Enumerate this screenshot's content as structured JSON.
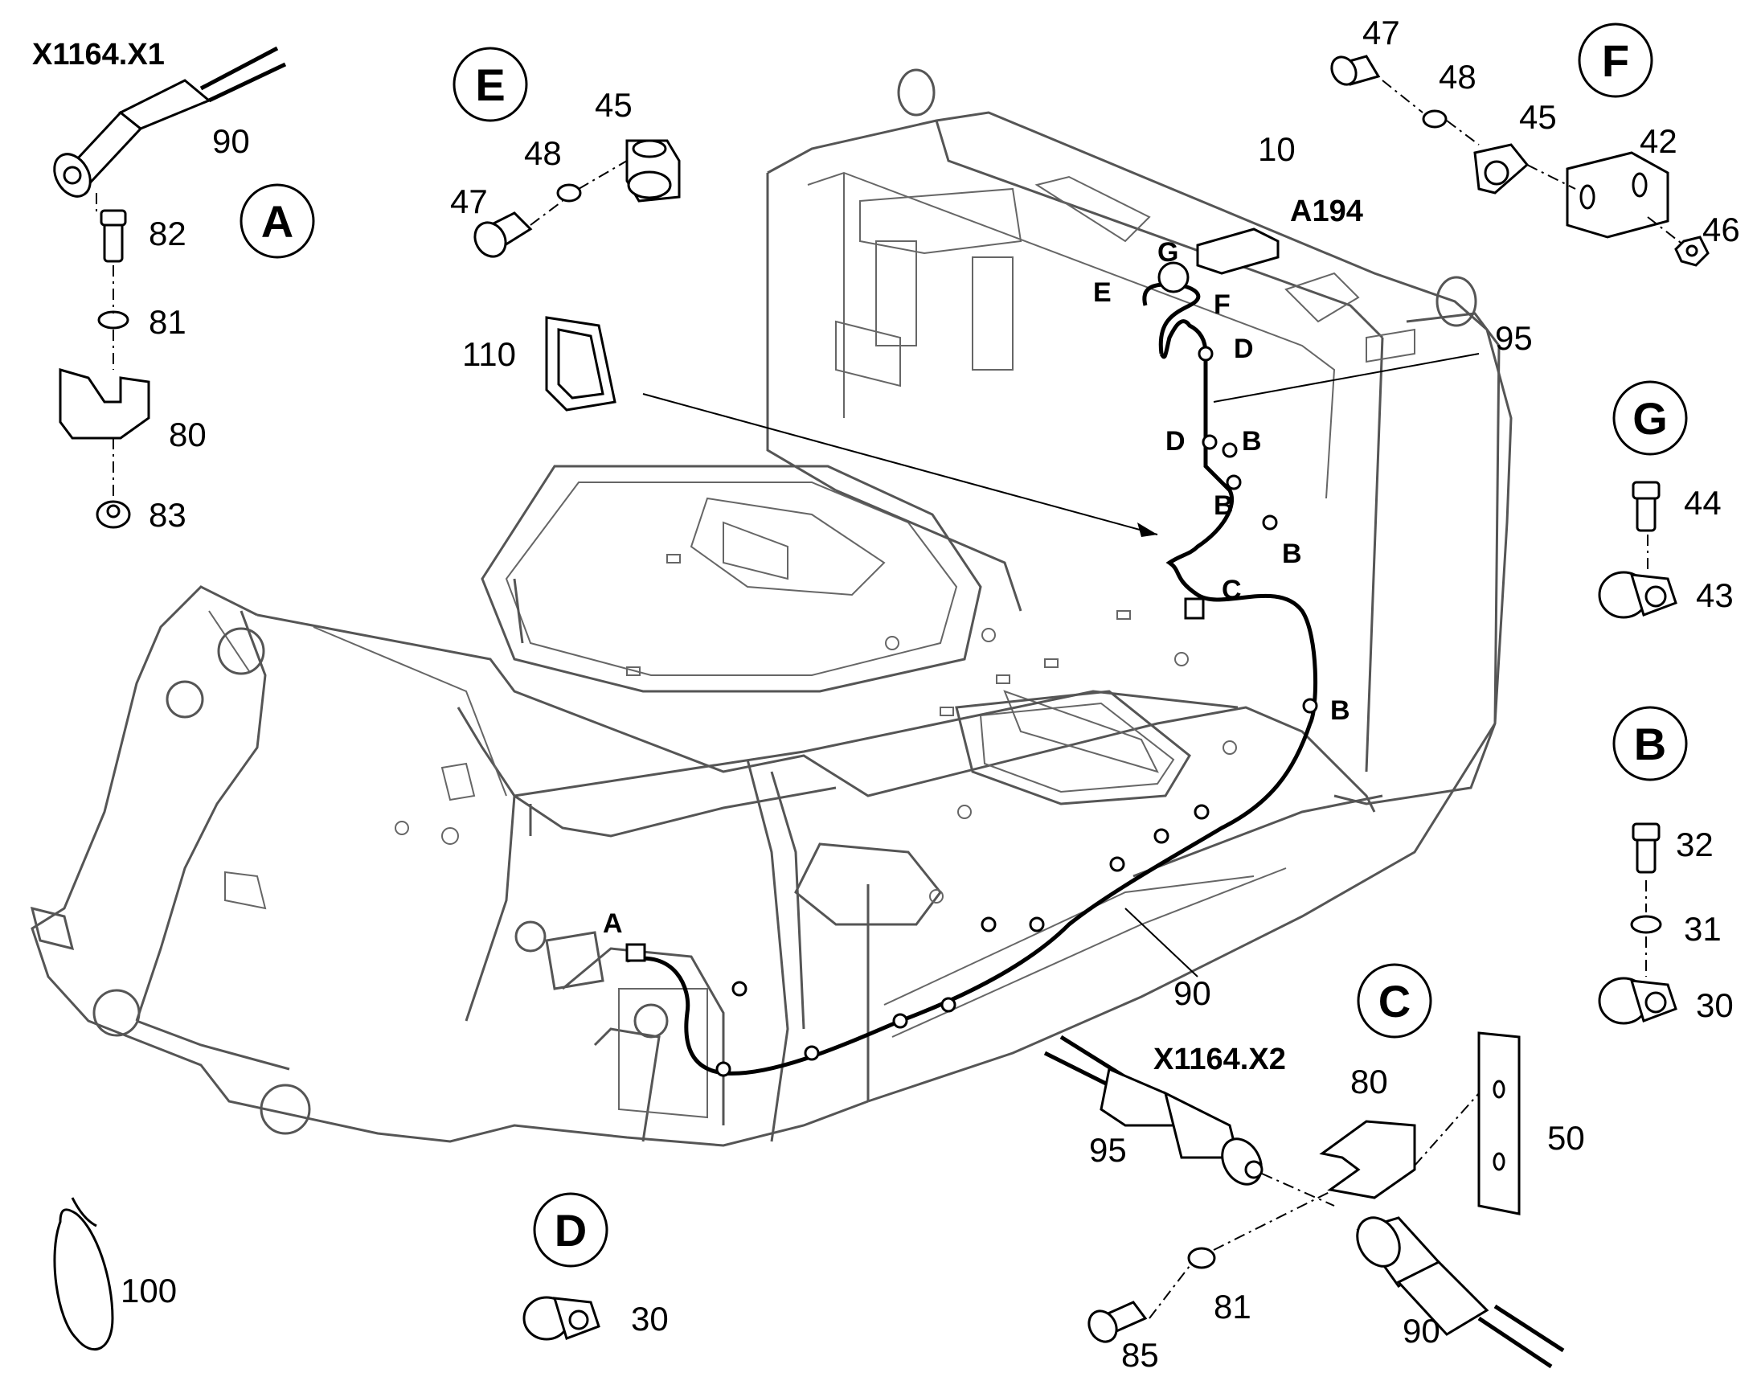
{
  "connectors": {
    "x1": "X1164.X1",
    "x2": "X1164.X2",
    "a194": "A194"
  },
  "detail_views": {
    "A": "A",
    "B": "B",
    "C": "C",
    "D": "D",
    "E": "E",
    "F": "F",
    "G": "G"
  },
  "part_numbers": {
    "a_90": "90",
    "a_82": "82",
    "a_81": "81",
    "a_80": "80",
    "a_83": "83",
    "e_45": "45",
    "e_48": "48",
    "e_47": "47",
    "f_47": "47",
    "f_48": "48",
    "f_45": "45",
    "f_42": "42",
    "f_46": "46",
    "g_44": "44",
    "g_43": "43",
    "b_32": "32",
    "b_31": "31",
    "b_30": "30",
    "c_80": "80",
    "c_50": "50",
    "c_95": "95",
    "c_81": "81",
    "c_85": "85",
    "c_90": "90",
    "d_30": "30",
    "p110": "110",
    "p100": "100",
    "p10": "10",
    "p95": "95",
    "p90": "90"
  },
  "route_points": {
    "g": "G",
    "e": "E",
    "f": "F",
    "d1": "D",
    "d2": "D",
    "b1": "B",
    "b2": "B",
    "b3": "B",
    "b4": "B",
    "c": "C",
    "a": "A"
  }
}
